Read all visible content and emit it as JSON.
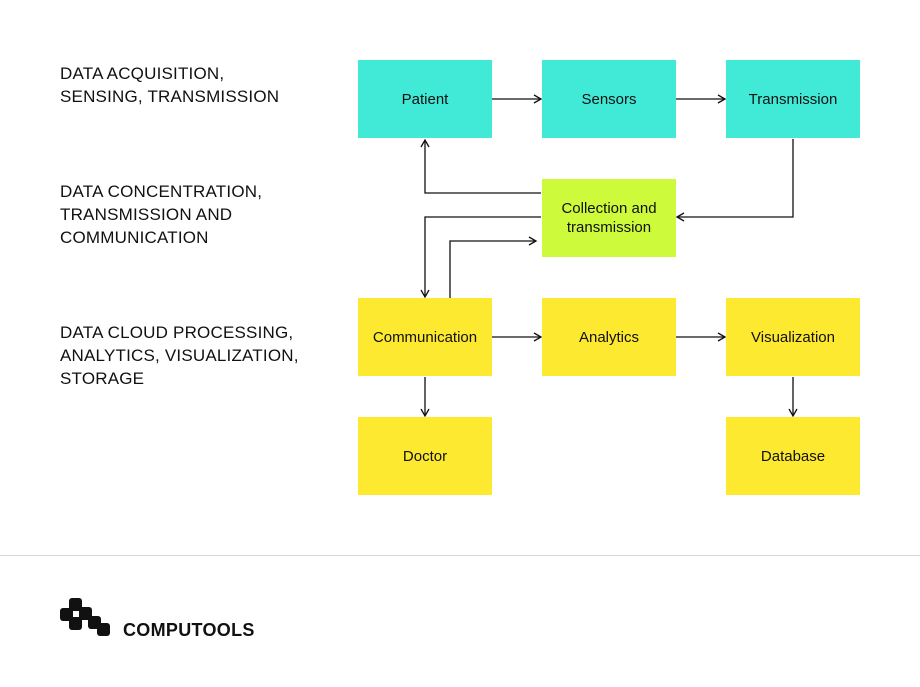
{
  "sections": [
    "DATA ACQUISITION,\nSENSING, TRANSMISSION",
    "DATA CONCENTRATION,\nTRANSMISSION AND\nCOMMUNICATION",
    "DATA CLOUD PROCESSING,\nANALYTICS, VISUALIZATION,\nSTORAGE"
  ],
  "nodes": {
    "patient": "Patient",
    "sensors": "Sensors",
    "transmission": "Transmission",
    "collection": "Collection and transmission",
    "communication": "Communication",
    "analytics": "Analytics",
    "visualization": "Visualization",
    "doctor": "Doctor",
    "database": "Database"
  },
  "colors": {
    "acquisition": "#40ead6",
    "concentration": "#cdfa3a",
    "cloud": "#fde92f"
  },
  "edges": [
    [
      "patient",
      "sensors"
    ],
    [
      "sensors",
      "transmission"
    ],
    [
      "transmission",
      "collection"
    ],
    [
      "collection",
      "patient"
    ],
    [
      "collection",
      "communication"
    ],
    [
      "communication",
      "collection"
    ],
    [
      "communication",
      "analytics"
    ],
    [
      "analytics",
      "visualization"
    ],
    [
      "communication",
      "doctor"
    ],
    [
      "visualization",
      "database"
    ]
  ],
  "footer": {
    "brand": "COMPUTOOLS",
    "logo_icon": "computools-logo-icon"
  }
}
